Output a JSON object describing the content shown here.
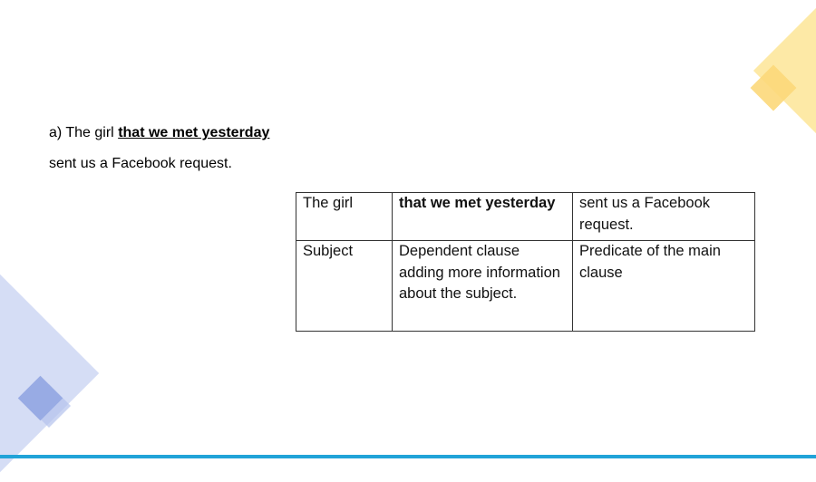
{
  "sentence": {
    "line1_prefix": "a) The girl ",
    "line1_highlight": "that we met yesterday",
    "line2": "sent us a Facebook request."
  },
  "table": {
    "rows": [
      [
        "The girl",
        "that we met yesterday",
        "sent us a Facebook request."
      ],
      [
        "Subject",
        "Dependent clause adding more information about the subject.",
        "Predicate of the main clause"
      ]
    ]
  },
  "colors": {
    "accent_bar": "#21a3d8",
    "deco_yellow": "#fde9a6",
    "deco_blue": "#d5ddf5"
  }
}
